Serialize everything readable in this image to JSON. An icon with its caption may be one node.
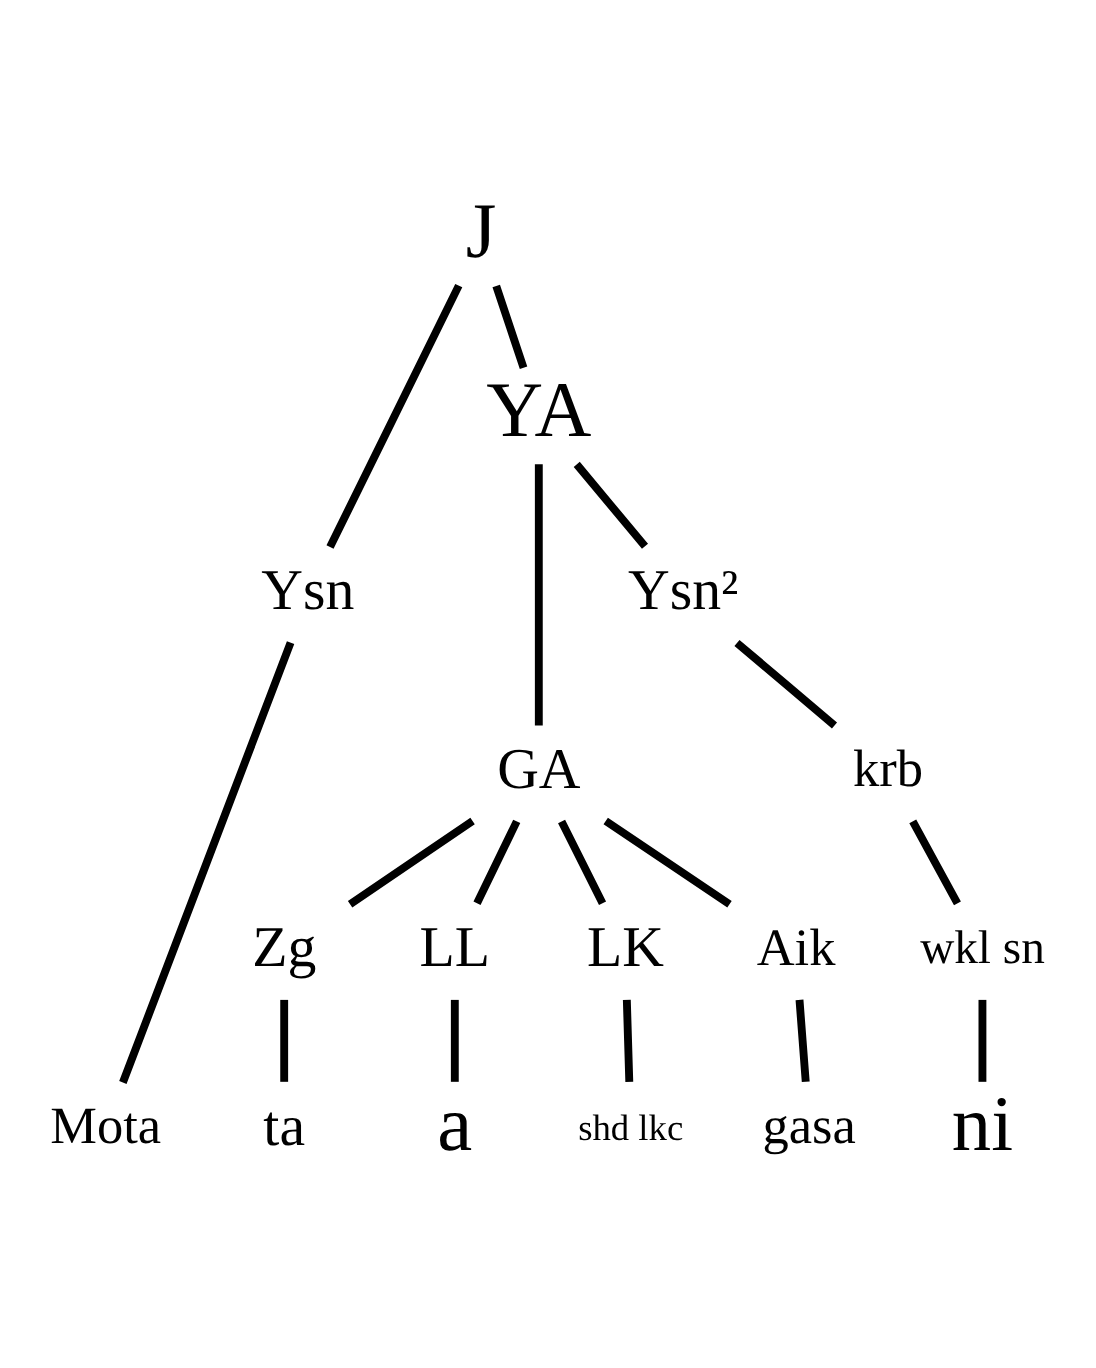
{
  "diagram": {
    "nodes": [
      {
        "text": [
          "J"
        ]
      },
      {
        "text": [
          "Ysn"
        ]
      },
      {
        "text": [
          "YA"
        ]
      },
      {
        "text": [
          "GA"
        ]
      },
      {
        "text": [
          "Ysn²"
        ]
      },
      {
        "text": [
          "Zg"
        ]
      },
      {
        "text": [
          "LL"
        ]
      },
      {
        "text": [
          "LK"
        ]
      },
      {
        "text": [
          "Aik"
        ]
      },
      {
        "text": [
          "krb"
        ]
      },
      {
        "text": [
          "shd lkc"
        ]
      },
      {
        "text": [
          "wkl sn"
        ]
      },
      {
        "text": [
          "Mota"
        ]
      },
      {
        "text": [
          "ta"
        ]
      },
      {
        "text": [
          "a"
        ]
      },
      {
        "text": [
          "gasa"
        ]
      },
      {
        "text": [
          "ni"
        ]
      }
    ],
    "edges": [
      {
        "from": 0,
        "to": 1,
        "arrow": "none"
      },
      {
        "from": 0,
        "to": 2,
        "arrow": "none"
      },
      {
        "from": 2,
        "to": 3,
        "arrow": "none"
      },
      {
        "from": 2,
        "to": 4,
        "arrow": "none"
      },
      {
        "from": 3,
        "to": 5,
        "arrow": "none"
      },
      {
        "from": 3,
        "to": 6,
        "arrow": "none"
      },
      {
        "from": 3,
        "to": 7,
        "arrow": "none"
      },
      {
        "from": 3,
        "to": 8,
        "arrow": "none"
      },
      {
        "from": 4,
        "to": 9,
        "arrow": "none"
      },
      {
        "from": 9,
        "to": 11,
        "arrow": "none"
      },
      {
        "from": 11,
        "to": 16,
        "arrow": "none"
      },
      {
        "from": 1,
        "to": 12,
        "arrow": "none"
      },
      {
        "from": 5,
        "to": 13,
        "arrow": "none"
      },
      {
        "from": 6,
        "to": 14,
        "arrow": "none"
      },
      {
        "from": 7,
        "to": 10,
        "arrow": "none"
      },
      {
        "from": 8,
        "to": 15,
        "arrow": "none"
      }
    ]
  }
}
